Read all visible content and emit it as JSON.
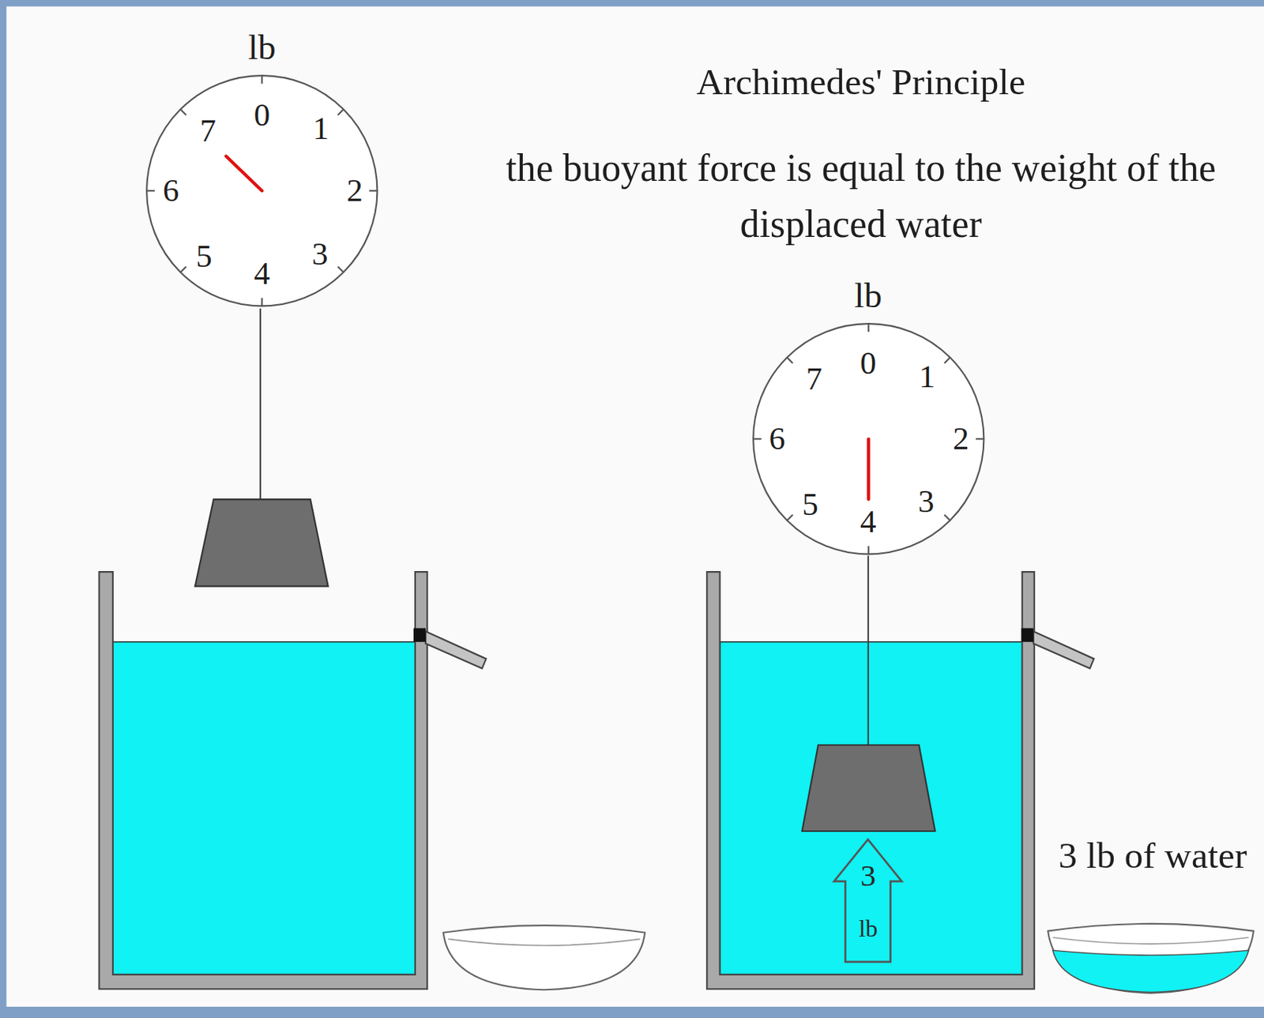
{
  "diagram": {
    "title": "Archimedes' Principle",
    "nodes": [
      {
        "text": [
          "lb",
          "0",
          "1",
          "2",
          "3",
          "4",
          "5",
          "6",
          "7"
        ]
      },
      {
        "text": [
          "lb",
          "0",
          "1",
          "2",
          "3",
          "4",
          "5",
          "6",
          "7"
        ]
      },
      {
        "text": [
          "3",
          "lb"
        ]
      }
    ],
    "labels": [
      "the buoyant force is equal to the weight of the displaced water",
      "3 lb of water"
    ]
  }
}
